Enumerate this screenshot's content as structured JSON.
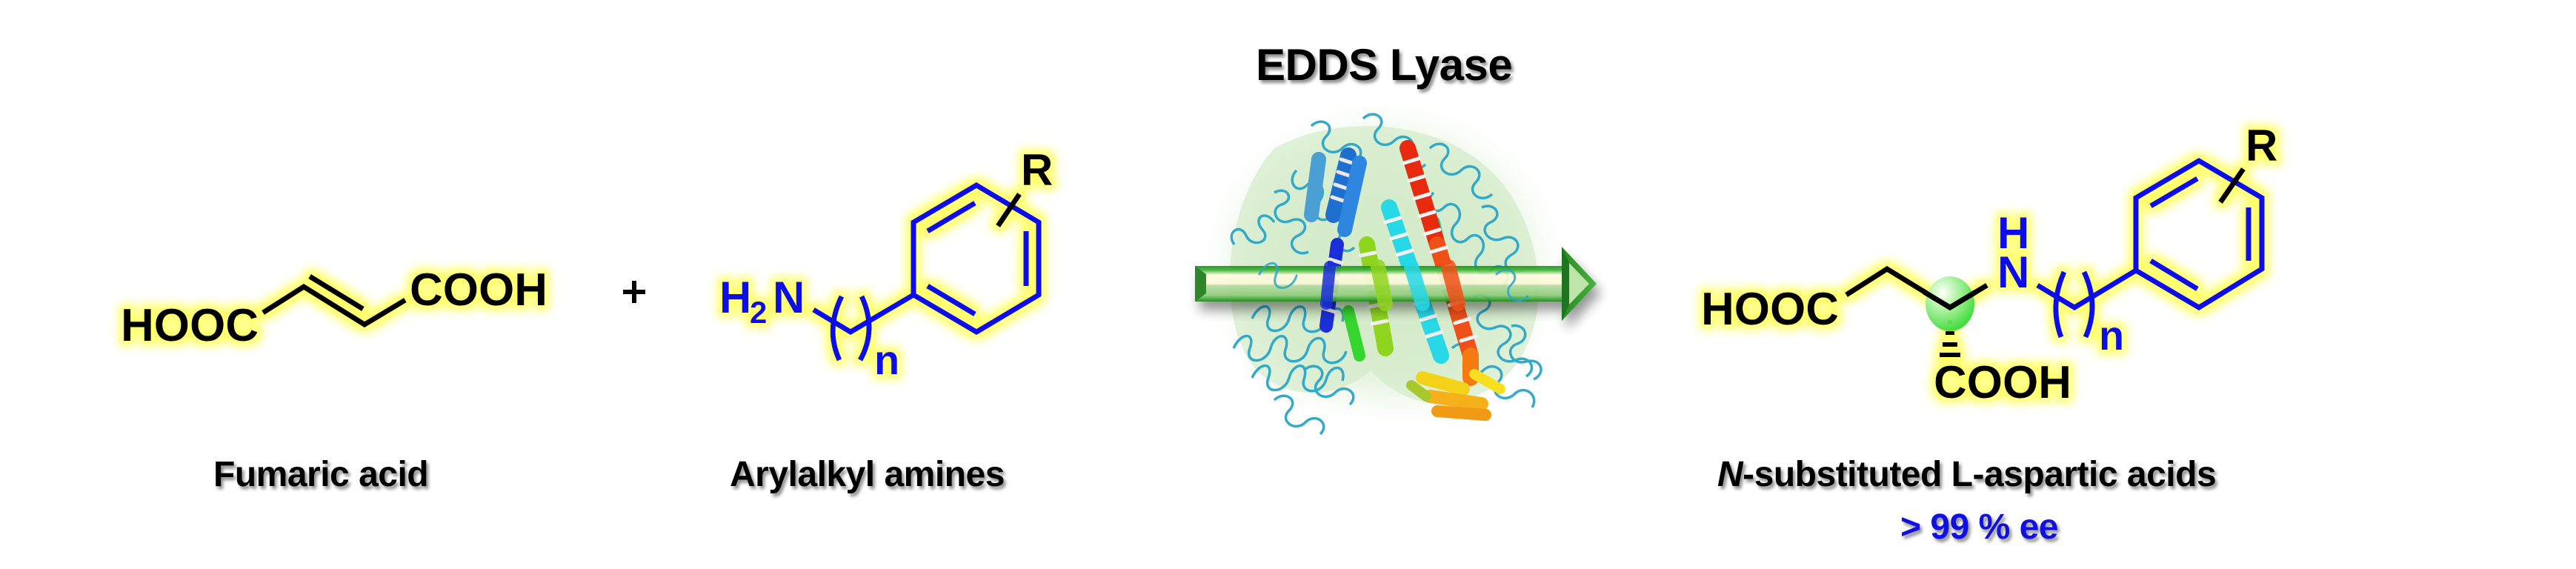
{
  "colors": {
    "highlight": "#ffff66",
    "ring_blue": "#0a0ae6",
    "bond_black": "#000000",
    "arrow_green": "#2f9e28",
    "arrow_dark": "#11700f",
    "arrow_light": "#fffbe0",
    "protein_cyan": "#2aa6c8",
    "glow_green": "#cfe8c4",
    "stereocenter_green": "#3ee63e",
    "ee_blue": "#1010e0"
  },
  "title": "EDDS Lyase",
  "plus_sign": "+",
  "reactant1": {
    "name": "Fumaric acid",
    "groups": {
      "left": "HOOC",
      "right": "COOH"
    }
  },
  "reactant2": {
    "name": "Arylalkyl amines",
    "groups": {
      "amine_h": "H",
      "amine_sub": "2",
      "amine_n": "N",
      "repeat": "n",
      "substituent": "R"
    }
  },
  "enzyme": {
    "name": "EDDS Lyase",
    "image": "protein-ribbon-structure"
  },
  "product": {
    "name_prefix": "N",
    "name_rest": "-substituted L-aspartic acids",
    "selectivity": "> 99 % ee",
    "groups": {
      "left": "HOOC",
      "bottom": "COOH",
      "nh_h": "H",
      "nh_n": "N",
      "repeat": "n",
      "substituent": "R"
    }
  }
}
